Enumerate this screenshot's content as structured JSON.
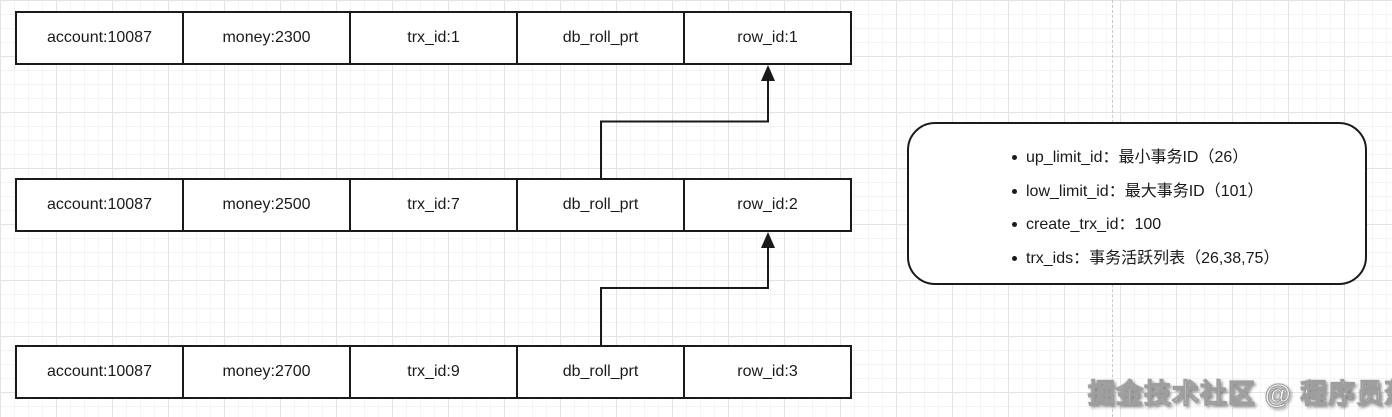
{
  "diagram": {
    "version_rows": [
      {
        "cells": [
          "account:10087",
          "money:2300",
          "trx_id:1",
          "db_roll_prt",
          "row_id:1"
        ]
      },
      {
        "cells": [
          "account:10087",
          "money:2500",
          "trx_id:7",
          "db_roll_prt",
          "row_id:2"
        ]
      },
      {
        "cells": [
          "account:10087",
          "money:2700",
          "trx_id:9",
          "db_roll_prt",
          "row_id:3"
        ]
      }
    ],
    "read_view": {
      "items": [
        "up_limit_id：最小事务ID（26）",
        "low_limit_id：最大事务ID（101）",
        "create_trx_id：100",
        "trx_ids：事务活跃列表（26,38,75）"
      ]
    },
    "watermark": "掘金技术社区 @ 程序员葱",
    "colors": {
      "shape_border": "#1a1a1a",
      "grid_minor": "#f4f4f4",
      "grid_major": "#e3e3e3",
      "dashed_guide": "#c8c8c8"
    }
  }
}
